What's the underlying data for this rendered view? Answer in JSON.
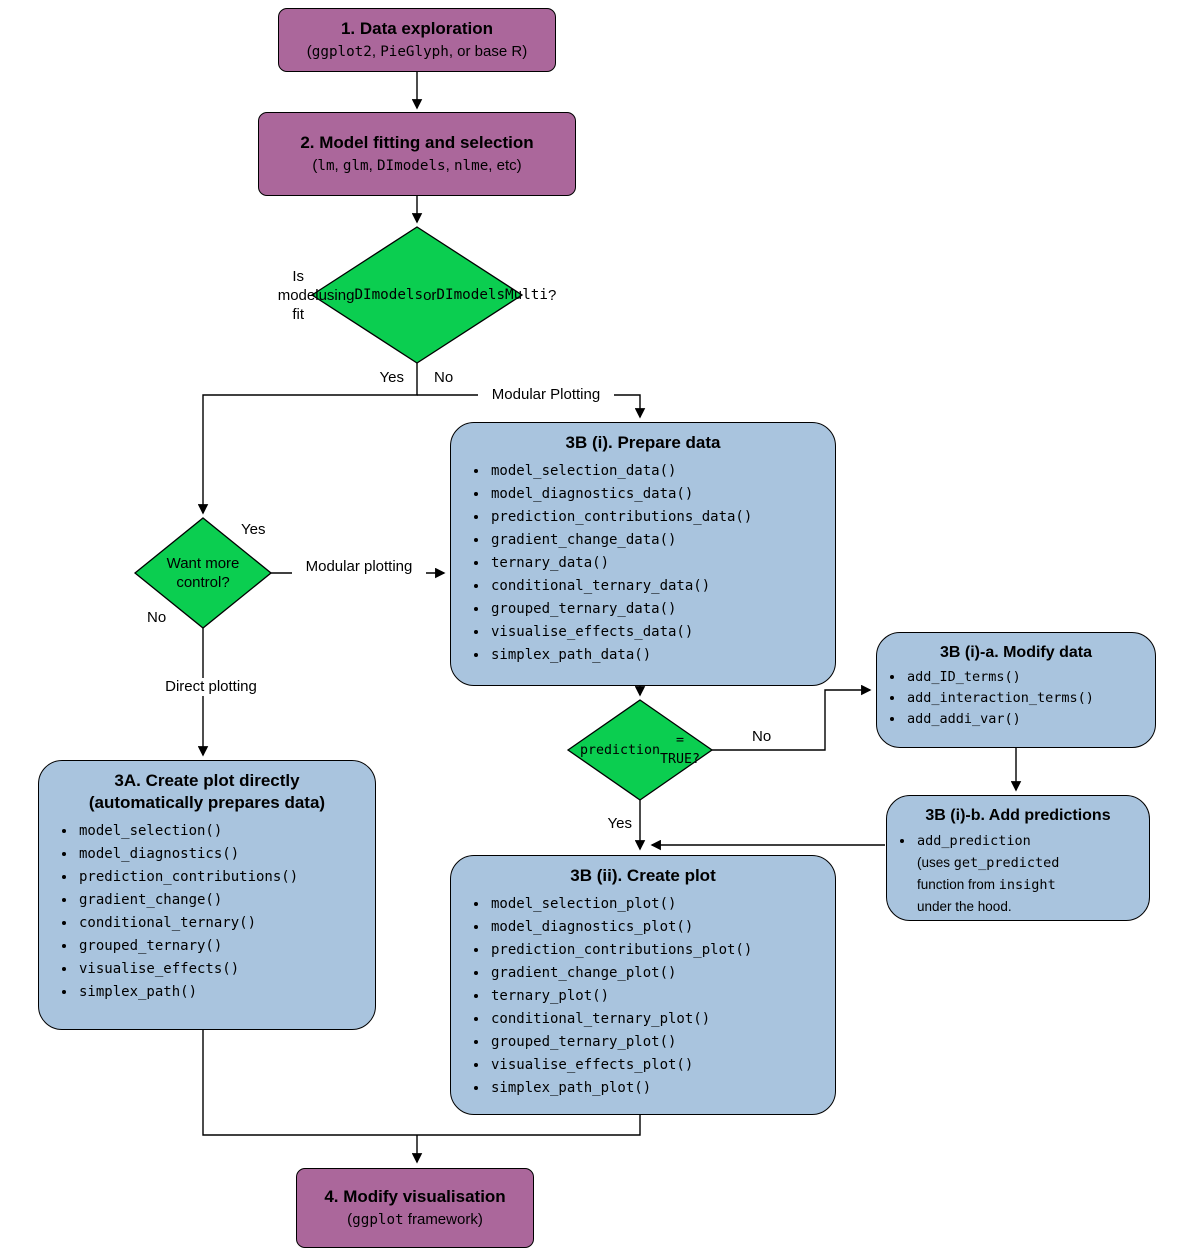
{
  "colors": {
    "purple": "#ab679b",
    "green": "#0bce50",
    "blue": "#a9c4de"
  },
  "edge_labels": {
    "yes1": "Yes",
    "no1": "No",
    "modular_plotting_top": "Modular Plotting",
    "yes2": "Yes",
    "no2": "No",
    "modular_plotting_mid": "Modular plotting",
    "direct_plotting": "Direct plotting",
    "no3": "No",
    "yes3": "Yes"
  },
  "decisions": {
    "model_fit": {
      "text": [
        {
          "t": "Is model fit"
        },
        {
          "br": true
        },
        {
          "t": "using "
        },
        {
          "t": "DImodels",
          "m": true
        },
        {
          "t": " or"
        },
        {
          "br": true
        },
        {
          "t": "DImodelsMulti",
          "m": true
        },
        {
          "t": "?"
        }
      ]
    },
    "want_control": {
      "text": [
        {
          "t": "Want more control?"
        }
      ]
    },
    "prediction_true": {
      "text": [
        {
          "t": "prediction",
          "m": true
        },
        {
          "br": true
        },
        {
          "t": "= TRUE?",
          "m": true
        }
      ]
    }
  },
  "nodes": {
    "data_exploration": {
      "title": "1. Data exploration",
      "subtitle": [
        {
          "t": "("
        },
        {
          "t": "ggplot2",
          "m": true
        },
        {
          "t": ", "
        },
        {
          "t": "PieGlyph",
          "m": true
        },
        {
          "t": ", or base R)"
        }
      ]
    },
    "model_fitting": {
      "title": "2. Model fitting and selection",
      "subtitle": [
        {
          "t": "("
        },
        {
          "t": "lm",
          "m": true
        },
        {
          "t": ", "
        },
        {
          "t": "glm",
          "m": true
        },
        {
          "t": ", "
        },
        {
          "t": "DImodels",
          "m": true
        },
        {
          "t": ", "
        },
        {
          "t": "nlme",
          "m": true
        },
        {
          "t": ", etc)"
        }
      ]
    },
    "prepare_data": {
      "title": "3B (i). Prepare data",
      "items": [
        "model_selection_data()",
        "model_diagnostics_data()",
        "prediction_contributions_data()",
        "gradient_change_data()",
        "ternary_data()",
        "conditional_ternary_data()",
        "grouped_ternary_data()",
        "visualise_effects_data()",
        "simplex_path_data()"
      ]
    },
    "create_plot_directly": {
      "title": "3A. Create plot directly",
      "title2": "(automatically prepares data)",
      "items": [
        "model_selection()",
        "model_diagnostics()",
        "prediction_contributions()",
        "gradient_change()",
        "conditional_ternary()",
        "grouped_ternary()",
        "visualise_effects()",
        "simplex_path()"
      ]
    },
    "modify_data": {
      "title": "3B (i)-a. Modify data",
      "items": [
        "add_ID_terms()",
        "add_interaction_terms()",
        "add_addi_var()"
      ]
    },
    "add_predictions": {
      "title": "3B (i)-b. Add predictions",
      "items": [
        [
          {
            "t": "add_prediction",
            "m": true
          },
          {
            "br": true
          },
          {
            "t": "(uses "
          },
          {
            "t": "get_predicted",
            "m": true
          },
          {
            "br": true
          },
          {
            "t": "function from "
          },
          {
            "t": "insight",
            "m": true
          },
          {
            "br": true
          },
          {
            "t": "under the hood."
          }
        ]
      ]
    },
    "create_plot": {
      "title": "3B (ii). Create plot",
      "items": [
        "model_selection_plot()",
        "model_diagnostics_plot()",
        "prediction_contributions_plot()",
        "gradient_change_plot()",
        "ternary_plot()",
        "conditional_ternary_plot()",
        "grouped_ternary_plot()",
        "visualise_effects_plot()",
        "simplex_path_plot()"
      ]
    },
    "modify_visualisation": {
      "title": "4. Modify visualisation",
      "subtitle": [
        {
          "t": "("
        },
        {
          "t": "ggplot",
          "m": true
        },
        {
          "t": " framework)"
        }
      ]
    }
  }
}
